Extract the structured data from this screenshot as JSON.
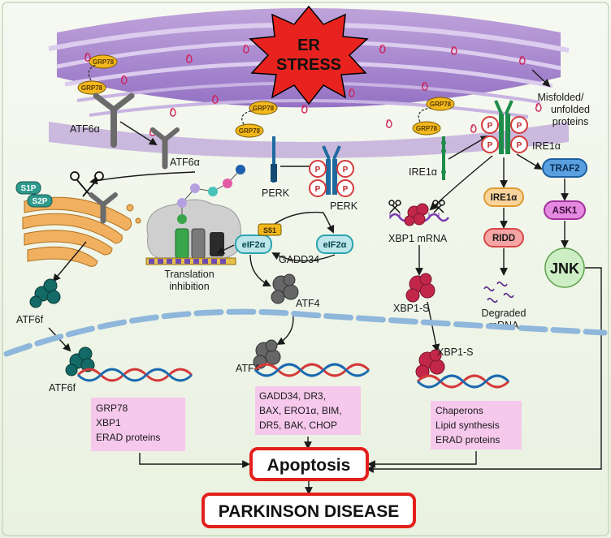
{
  "banner": {
    "line1": "ER",
    "line2": "STRESS"
  },
  "misfolded": {
    "line1": "Misfolded/",
    "line2": "unfolded",
    "line3": "proteins"
  },
  "grp78": "GRP78",
  "atf6": {
    "receptor": "ATF6α",
    "released": "ATF6α",
    "f1": "ATF6f",
    "f2": "ATF6f"
  },
  "proteases": {
    "s1p": "S1P",
    "s2p": "S2P"
  },
  "perk": {
    "left": "PERK",
    "right": "PERK",
    "p": "P"
  },
  "eif2a": {
    "phos": "eIF2α",
    "unphos": "eIF2α",
    "site": "S51",
    "gadd34": "GADD34"
  },
  "translation": {
    "line1": "Translation",
    "line2": "inhibition"
  },
  "atf4": {
    "cyto": "ATF4",
    "nuc": "ATF4"
  },
  "ire1": {
    "right": "IRE1α",
    "left": "IRE1α",
    "pill": "IRE1α",
    "ridd": "RIDD",
    "traf2": "TRAF2",
    "ask1": "ASK1",
    "jnk": "JNK"
  },
  "xbp1": {
    "mrna": "XBP1 mRNA",
    "s1": "XBP1-S",
    "s2": "XBP1-S"
  },
  "degraded": {
    "line1": "Degraded",
    "line2": "mRNA"
  },
  "boxes": {
    "atf6_targets": [
      "GRP78",
      "XBP1",
      "ERAD proteins"
    ],
    "atf4_targets": [
      "GADD34, DR3,",
      "BAX, ERO1α, BIM,",
      "DR5, BAK, CHOP"
    ],
    "xbp1_targets": [
      "Chaperons",
      "Lipid synthesis",
      "ERAD proteins"
    ]
  },
  "outcome": {
    "apoptosis": "Apoptosis",
    "disease": "PARKINSON DISEASE"
  }
}
